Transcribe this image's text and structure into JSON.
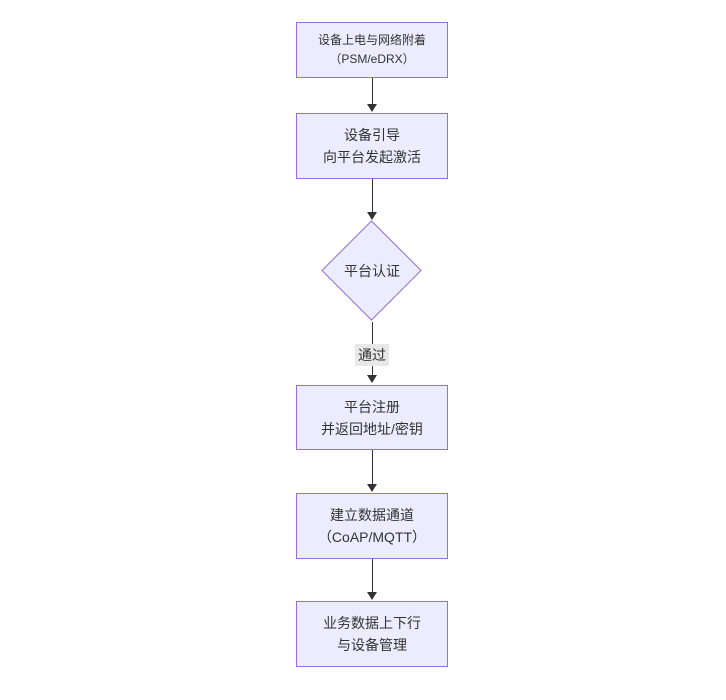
{
  "diagram": {
    "type": "flowchart",
    "direction": "top-down",
    "nodes": [
      {
        "id": "power-attach",
        "shape": "rect",
        "lines": [
          "设备上电与网络附着",
          "（PSM/eDRX）"
        ]
      },
      {
        "id": "device-bootstrap",
        "shape": "rect",
        "lines": [
          "设备引导",
          "向平台发起激活"
        ]
      },
      {
        "id": "platform-auth",
        "shape": "diamond",
        "lines": [
          "平台认证"
        ]
      },
      {
        "id": "platform-register",
        "shape": "rect",
        "lines": [
          "平台注册",
          "并返回地址/密钥"
        ]
      },
      {
        "id": "data-channel",
        "shape": "rect",
        "lines": [
          "建立数据通道",
          "（CoAP/MQTT）"
        ]
      },
      {
        "id": "business-data",
        "shape": "rect",
        "lines": [
          "业务数据上下行",
          "与设备管理"
        ]
      }
    ],
    "edges": [
      {
        "from": "power-attach",
        "to": "device-bootstrap",
        "label": ""
      },
      {
        "from": "device-bootstrap",
        "to": "platform-auth",
        "label": ""
      },
      {
        "from": "platform-auth",
        "to": "platform-register",
        "label": "通过"
      },
      {
        "from": "platform-register",
        "to": "data-channel",
        "label": ""
      },
      {
        "from": "data-channel",
        "to": "business-data",
        "label": ""
      }
    ],
    "edge_labels": [
      {
        "text": "通过"
      }
    ],
    "colors": {
      "node_fill": "#ECECFF",
      "node_border": "#9370DB",
      "edge": "#333333",
      "edge_label_bg": "#e8e8e8",
      "text": "#333333",
      "background": "#ffffff"
    }
  }
}
